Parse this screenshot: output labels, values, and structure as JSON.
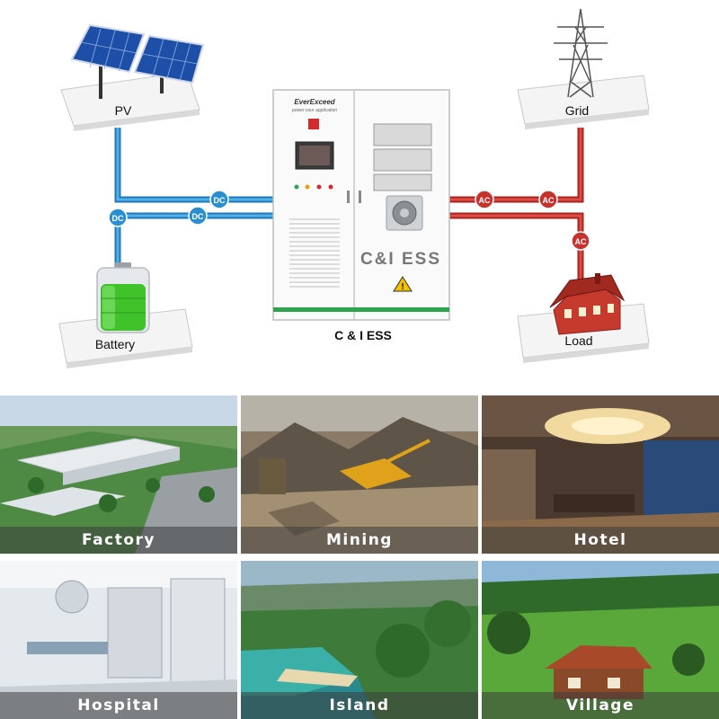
{
  "nodes": {
    "pv": "PV",
    "grid": "Grid",
    "battery": "Battery",
    "load": "Load",
    "cabinet": "C & I ESS"
  },
  "cabinet": {
    "brand": "EverExceed",
    "tagline": "power your application",
    "front_text": "C&I ESS"
  },
  "line_labels": {
    "dc": "DC",
    "ac": "AC"
  },
  "applications": [
    "Factory",
    "Mining",
    "Hotel",
    "Hospital",
    "Island",
    "Village"
  ],
  "colors": {
    "dc_line": "#2a8fd0",
    "ac_line": "#c8322d",
    "battery_fill": "#3fc22a"
  }
}
